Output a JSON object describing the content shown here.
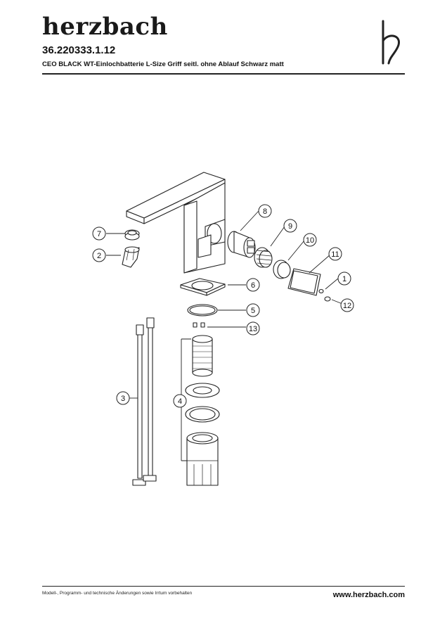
{
  "header": {
    "brand": "herzbach",
    "article_number": "36.220333.1.12",
    "description": "CEO BLACK WT-Einlochbatterie L-Size Griff seitl. ohne Ablauf Schwarz matt"
  },
  "logo_icon": "herzbach-h-logo-icon",
  "callouts": [
    "1",
    "2",
    "3",
    "4",
    "5",
    "6",
    "7",
    "8",
    "9",
    "10",
    "11",
    "12",
    "13"
  ],
  "footer": {
    "disclaimer": "Modell-, Programm- und technische Änderungen sowie Irrtum vorbehalten",
    "url": "www.herzbach.com"
  }
}
